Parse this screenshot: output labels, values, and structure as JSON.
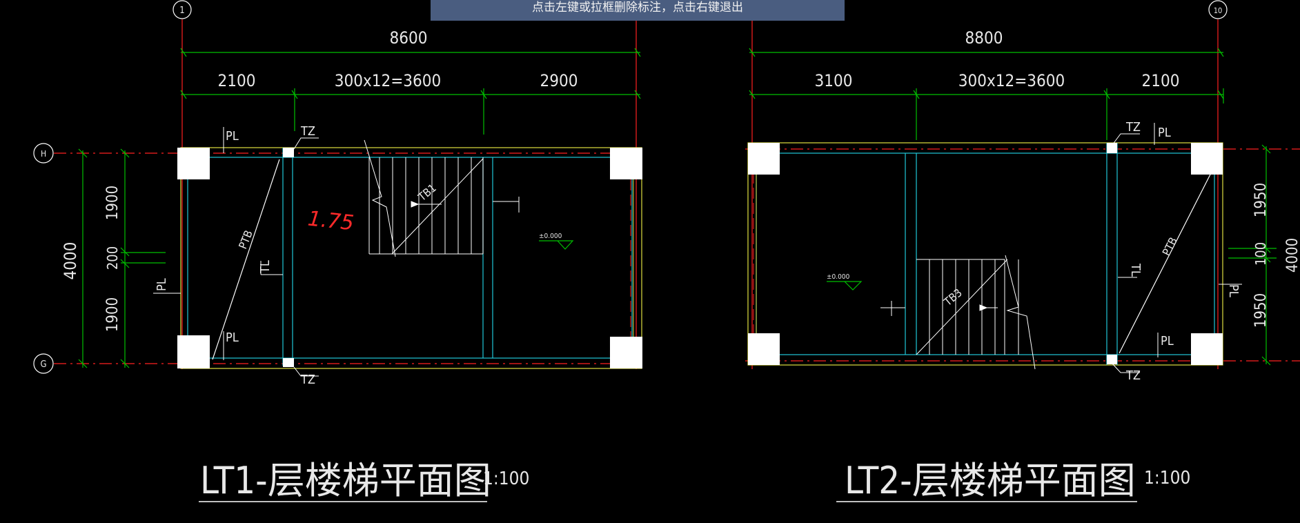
{
  "status_hint": "点击左键或拉框删除标注，点击右键退出",
  "grid_axes": {
    "axis_1": "1",
    "axis_10": "10",
    "axis_h": "H",
    "axis_g": "G"
  },
  "plan_left": {
    "overall_dim": "8600",
    "dim_left": "2100",
    "dim_mid": "300x12=3600",
    "dim_right": "2900",
    "vert_total": "4000",
    "vert_top": "1900",
    "vert_mid": "200",
    "vert_bottom": "1900",
    "label_pl_top": "PL",
    "label_pl_left": "PL",
    "label_pl_bottom": "PL",
    "label_tz_top": "TZ",
    "label_tz_bottom": "TZ",
    "label_ptb": "PTB",
    "label_tl": "TL",
    "label_tb": "TB1",
    "red_note": "1.75",
    "level_mark": "±0.000",
    "title": "LT1-层楼梯平面图",
    "scale": "1:100"
  },
  "plan_right": {
    "overall_dim": "8800",
    "dim_left": "3100",
    "dim_mid": "300x12=3600",
    "dim_right": "2100",
    "vert_top": "1950",
    "vert_mid": "100",
    "vert_bottom": "1950",
    "vert_total_partial": "4000",
    "label_tz_top": "TZ",
    "label_pl_top": "PL",
    "label_pl_right": "PL",
    "label_pl_bottom": "PL",
    "label_tz_bottom": "TZ",
    "label_ptb": "PTB",
    "label_tl": "TL",
    "label_tb": "TB3",
    "level_mark": "±0.000",
    "title": "LT2-层楼梯平面图",
    "scale": "1:100"
  },
  "colors": {
    "background": "#000000",
    "dimension": "#00c000",
    "axis_red": "#ff2020",
    "wall_cyan": "#20c8d8",
    "beam_yellow": "#e0e040",
    "column_white": "#ffffff",
    "text": "#e8e8e8",
    "hint_bar": "#4a5d80"
  }
}
